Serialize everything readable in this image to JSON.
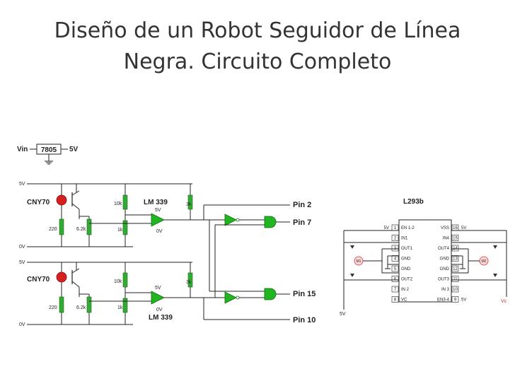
{
  "slide": {
    "title_line1": "Diseño de un Robot Seguidor de Línea",
    "title_line2": "Negra. Circuito Completo"
  },
  "circuit": {
    "regulator": {
      "input": "Vin",
      "part": "7805",
      "output": "5V"
    },
    "rail_5v": "5V",
    "rail_0v": "0V",
    "sensor": "CNY70",
    "comparator": "LM 339",
    "resistors": {
      "r220": "220",
      "r6k2": "6.2k",
      "r1k": "1k",
      "r10k": "10k",
      "r3k": "3k"
    },
    "ref_5v": "5V",
    "ref_0v": "0V",
    "pins": {
      "p2": "Pin 2",
      "p7": "Pin 7",
      "p15": "Pin 15",
      "p10": "Pin 10"
    },
    "driver": {
      "name": "L293b",
      "left_pins": [
        {
          "num": "1",
          "name": "EN 1-2",
          "ext": "5V"
        },
        {
          "num": "2",
          "name": "IN1",
          "ext": ""
        },
        {
          "num": "3",
          "name": "OUT1",
          "ext": ""
        },
        {
          "num": "4",
          "name": "GND",
          "ext": ""
        },
        {
          "num": "5",
          "name": "GND",
          "ext": ""
        },
        {
          "num": "6",
          "name": "OUT2",
          "ext": ""
        },
        {
          "num": "7",
          "name": "IN 2",
          "ext": ""
        },
        {
          "num": "8",
          "name": "VC",
          "ext": ""
        }
      ],
      "right_pins": [
        {
          "num": "16",
          "name": "VSS",
          "ext": "5V"
        },
        {
          "num": "15",
          "name": "IN4",
          "ext": ""
        },
        {
          "num": "14",
          "name": "OUT4",
          "ext": ""
        },
        {
          "num": "13",
          "name": "GND",
          "ext": ""
        },
        {
          "num": "12",
          "name": "GND",
          "ext": ""
        },
        {
          "num": "11",
          "name": "OUT3",
          "ext": ""
        },
        {
          "num": "10",
          "name": "IN 3",
          "ext": ""
        },
        {
          "num": "9",
          "name": "EN3-4",
          "ext": "5V"
        }
      ],
      "motor_left": "M1",
      "motor_right": "M2",
      "supply_left": "5V",
      "supply_right": "Vc"
    }
  }
}
